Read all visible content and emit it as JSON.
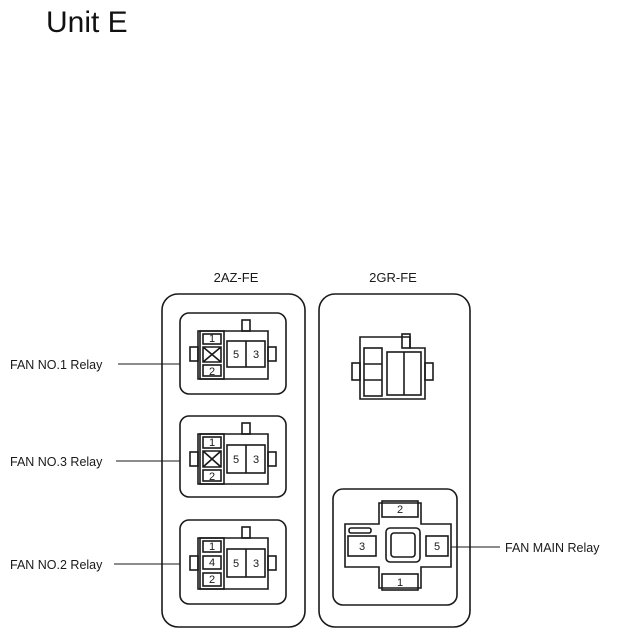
{
  "title": "Unit E",
  "columns": {
    "left": "2AZ-FE",
    "right": "2GR-FE"
  },
  "relays": {
    "fan_no1": {
      "label": "FAN NO.1 Relay",
      "pins": [
        "1",
        "2",
        "5",
        "3"
      ]
    },
    "fan_no3": {
      "label": "FAN NO.3 Relay",
      "pins": [
        "1",
        "2",
        "5",
        "3"
      ]
    },
    "fan_no2": {
      "label": "FAN NO.2 Relay",
      "pins": [
        "1",
        "4",
        "2",
        "5",
        "3"
      ]
    },
    "fan_main": {
      "label": "FAN MAIN Relay",
      "pins": [
        "2",
        "3",
        "5",
        "1"
      ]
    }
  }
}
